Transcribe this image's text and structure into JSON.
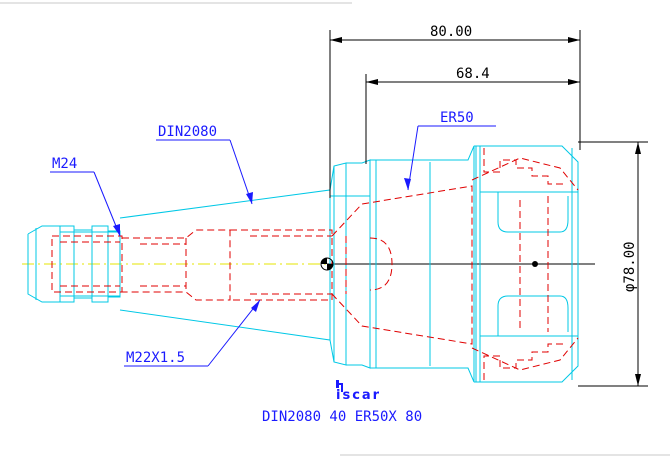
{
  "dimensions": {
    "overall_length": "80.00",
    "collet_length": "68.4",
    "diameter": "φ78.00"
  },
  "callouts": {
    "taper_standard": "DIN2080",
    "collet_type": "ER50",
    "rear_thread": "M24",
    "front_thread": "M22X1.5"
  },
  "footer": {
    "brand": "iscar",
    "designation": "DIN2080 40 ER50X 80"
  },
  "colors": {
    "outline": "#00c8e6",
    "hidden_lines": "#e00000",
    "centerline": "#e6e600",
    "dimension": "#000000",
    "leader": "#1a1aff"
  }
}
